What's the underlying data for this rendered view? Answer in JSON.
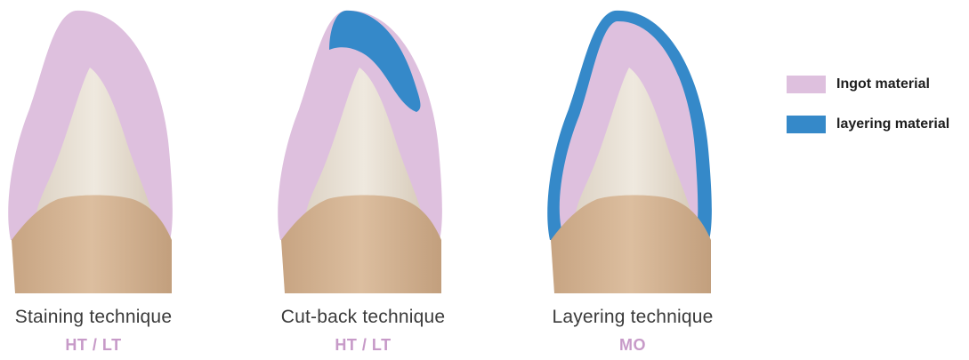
{
  "techniques": [
    {
      "title": "Staining technique",
      "material": "HT / LT"
    },
    {
      "title": "Cut-back technique",
      "material": "HT / LT"
    },
    {
      "title": "Layering technique",
      "material": "MO"
    }
  ],
  "legend": [
    {
      "label": "Ingot material",
      "color": "#dec0de"
    },
    {
      "label": "layering material",
      "color": "#3589c9"
    }
  ],
  "colors": {
    "ingot": "#dec0de",
    "layering": "#3589c9",
    "dentin": "#e9e1d6",
    "root": "#d7b797",
    "caption_material": "#c79ac8"
  }
}
